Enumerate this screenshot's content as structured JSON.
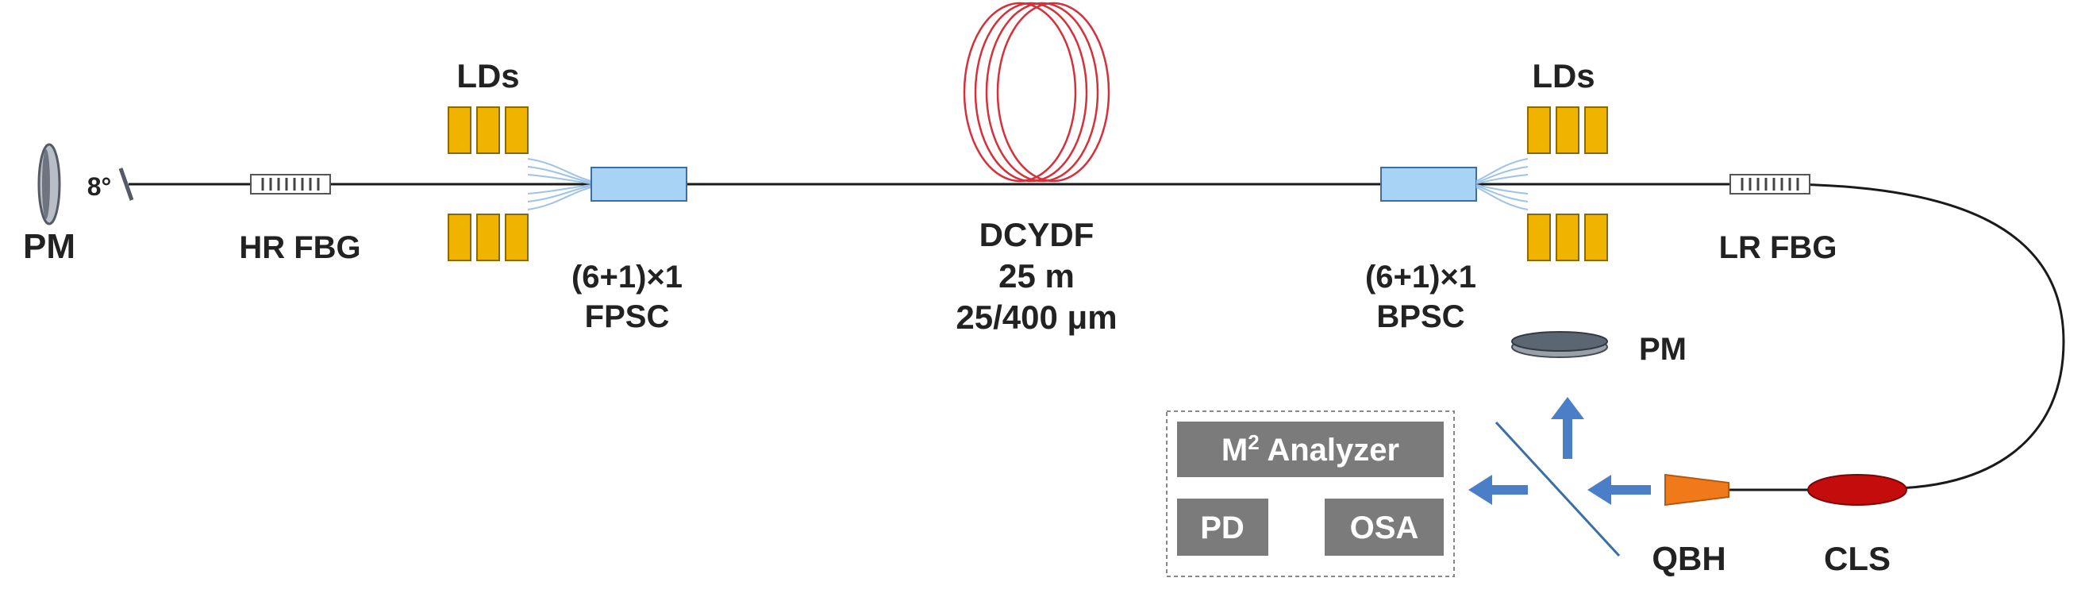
{
  "labels": {
    "pm_left": "PM",
    "angle": "8°",
    "hr_fbg": "HR FBG",
    "lds_left": "LDs",
    "fpsc_line1": "(6+1)×1",
    "fpsc_line2": "FPSC",
    "dcydf_line1": "DCYDF",
    "dcydf_line2": "25 m",
    "dcydf_line3": "25/400 μm",
    "lds_right": "LDs",
    "bpsc_line1": "(6+1)×1",
    "bpsc_line2": "BPSC",
    "lr_fbg": "LR FBG",
    "pm_right": "PM",
    "m2_prefix": "M",
    "m2_sup": "2",
    "m2_suffix": " Analyzer",
    "pd": "PD",
    "osa": "OSA",
    "qbh": "QBH",
    "cls": "CLS"
  },
  "colors": {
    "fiber": "#1a1a1a",
    "ld_fill": "#f0b400",
    "ld_stroke": "#8a6a00",
    "combiner_fill": "#a9d3f5",
    "combiner_stroke": "#3a6ea5",
    "coil": "#d6303a",
    "arrow": "#4a7fc8",
    "box_fill": "#7b7b7b",
    "qbh": "#f07a1a",
    "cls": "#c40c0c",
    "pump_line": "#9ec3e6"
  }
}
